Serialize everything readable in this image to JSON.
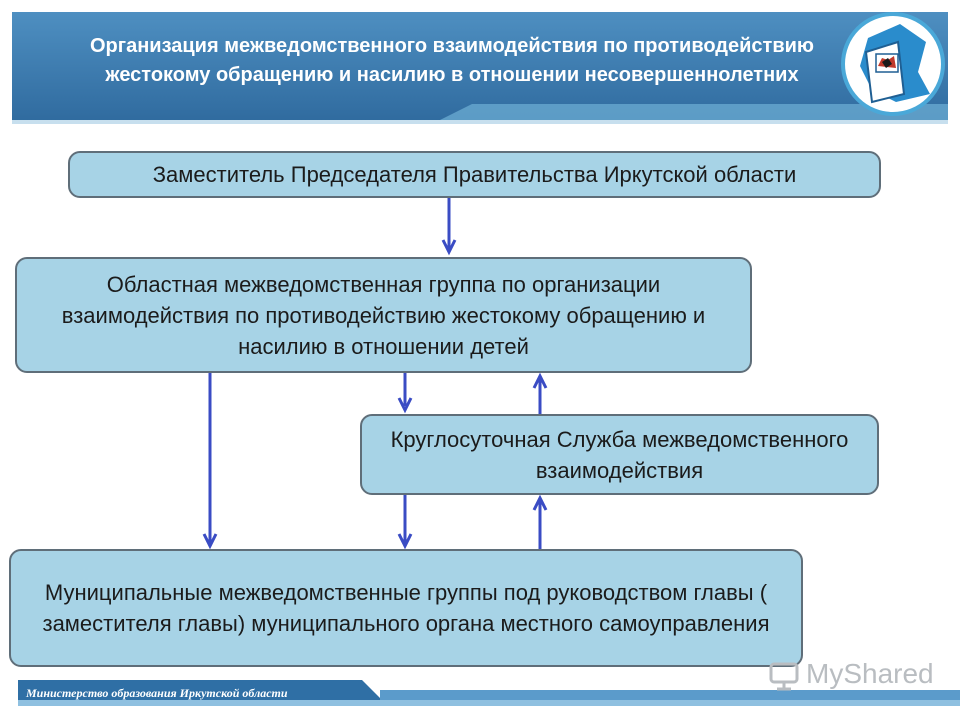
{
  "header": {
    "title": "Организация межведомственного взаимодействия  по противодействию жестокому обращению и насилию  в отношении несовершеннолетних"
  },
  "boxes": {
    "b1": "Заместитель Председателя Правительства Иркутской области",
    "b2": "Областная межведомственная группа по организации взаимодействия по противодействию жестокому обращению и насилию в отношении детей",
    "b3": "Круглосуточная Служба межведомственного взаимодействия",
    "b4": "Муниципальные межведомственные группы под руководством главы ( заместителя главы) муниципального органа местного самоуправления"
  },
  "footer": {
    "text": "Министерство образования Иркутской области"
  },
  "watermark": {
    "text": "MyShared"
  },
  "colors": {
    "header_bg": "#3b78a9",
    "box_fill": "#a7d3e6",
    "box_border": "#5f6e79",
    "arrow": "#3a4cc4",
    "footer_bg": "#2f6fa5"
  }
}
